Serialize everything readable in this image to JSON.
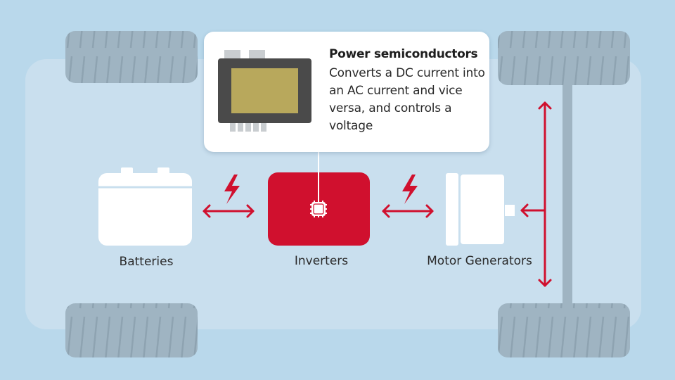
{
  "callout": {
    "title": "Power semiconductors",
    "body": "Converts a DC current into an AC current and vice versa, and controls a voltage"
  },
  "components": {
    "batteries_label": "Batteries",
    "inverters_label": "Inverters",
    "motor_generators_label": "Motor Generators"
  },
  "icons": {
    "arrows": "double-arrow-icon",
    "power": "lightning-bolt-icon",
    "chip": "semiconductor-chip-icon"
  },
  "colors": {
    "background": "#b9d8eb",
    "chassis": "#c9dfee",
    "tire": "#9fb4c2",
    "accent_red": "#d0102e",
    "white": "#ffffff"
  }
}
